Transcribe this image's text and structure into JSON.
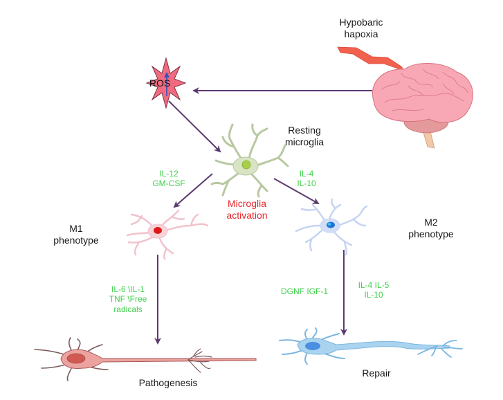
{
  "colors": {
    "arrow": "#5b3a6e",
    "cytokine_text": "#3fd04a",
    "activation_text": "#e8272c",
    "ros_fill": "#f06b80",
    "brain_fill": "#f7a8b4",
    "lightning_fill": "#f2614e",
    "resting_cell": "#d8e4c4",
    "m1_cell": "#f6d3d8",
    "m2_cell": "#d2def7",
    "damaged_neuron": "#eca3a0",
    "healthy_neuron": "#a9d3ef"
  },
  "labels": {
    "stimulus": [
      "Hypobaric",
      "hapoxia"
    ],
    "ros": "ROS",
    "resting": [
      "Resting",
      "microglia"
    ],
    "activation": [
      "Microglia",
      "activation"
    ],
    "m1": [
      "M1",
      "phenotype"
    ],
    "m2": [
      "M2",
      "phenotype"
    ],
    "m1_inducers": [
      "IL-12",
      "GM-CSF"
    ],
    "m2_inducers": [
      "IL-4",
      "IL-10"
    ],
    "m1_outputs": [
      "IL-6 \\IL-1",
      "TNF \\Free",
      "radicals"
    ],
    "m2_outputs_left": [
      "DGNF IGF-1"
    ],
    "m2_outputs_right": [
      "IL-4 IL-5",
      "IL-10"
    ],
    "outcome_m1": "Pathogenesis",
    "outcome_m2": "Repair"
  },
  "icons": {
    "brain": "brain-icon",
    "lightning": "lightning-bolt-icon",
    "ros": "starburst-icon",
    "resting_microglia": "microglia-cell-icon",
    "m1_microglia": "microglia-cell-icon",
    "m2_microglia": "microglia-cell-icon",
    "damaged_neuron": "neuron-icon",
    "healthy_neuron": "neuron-icon"
  }
}
